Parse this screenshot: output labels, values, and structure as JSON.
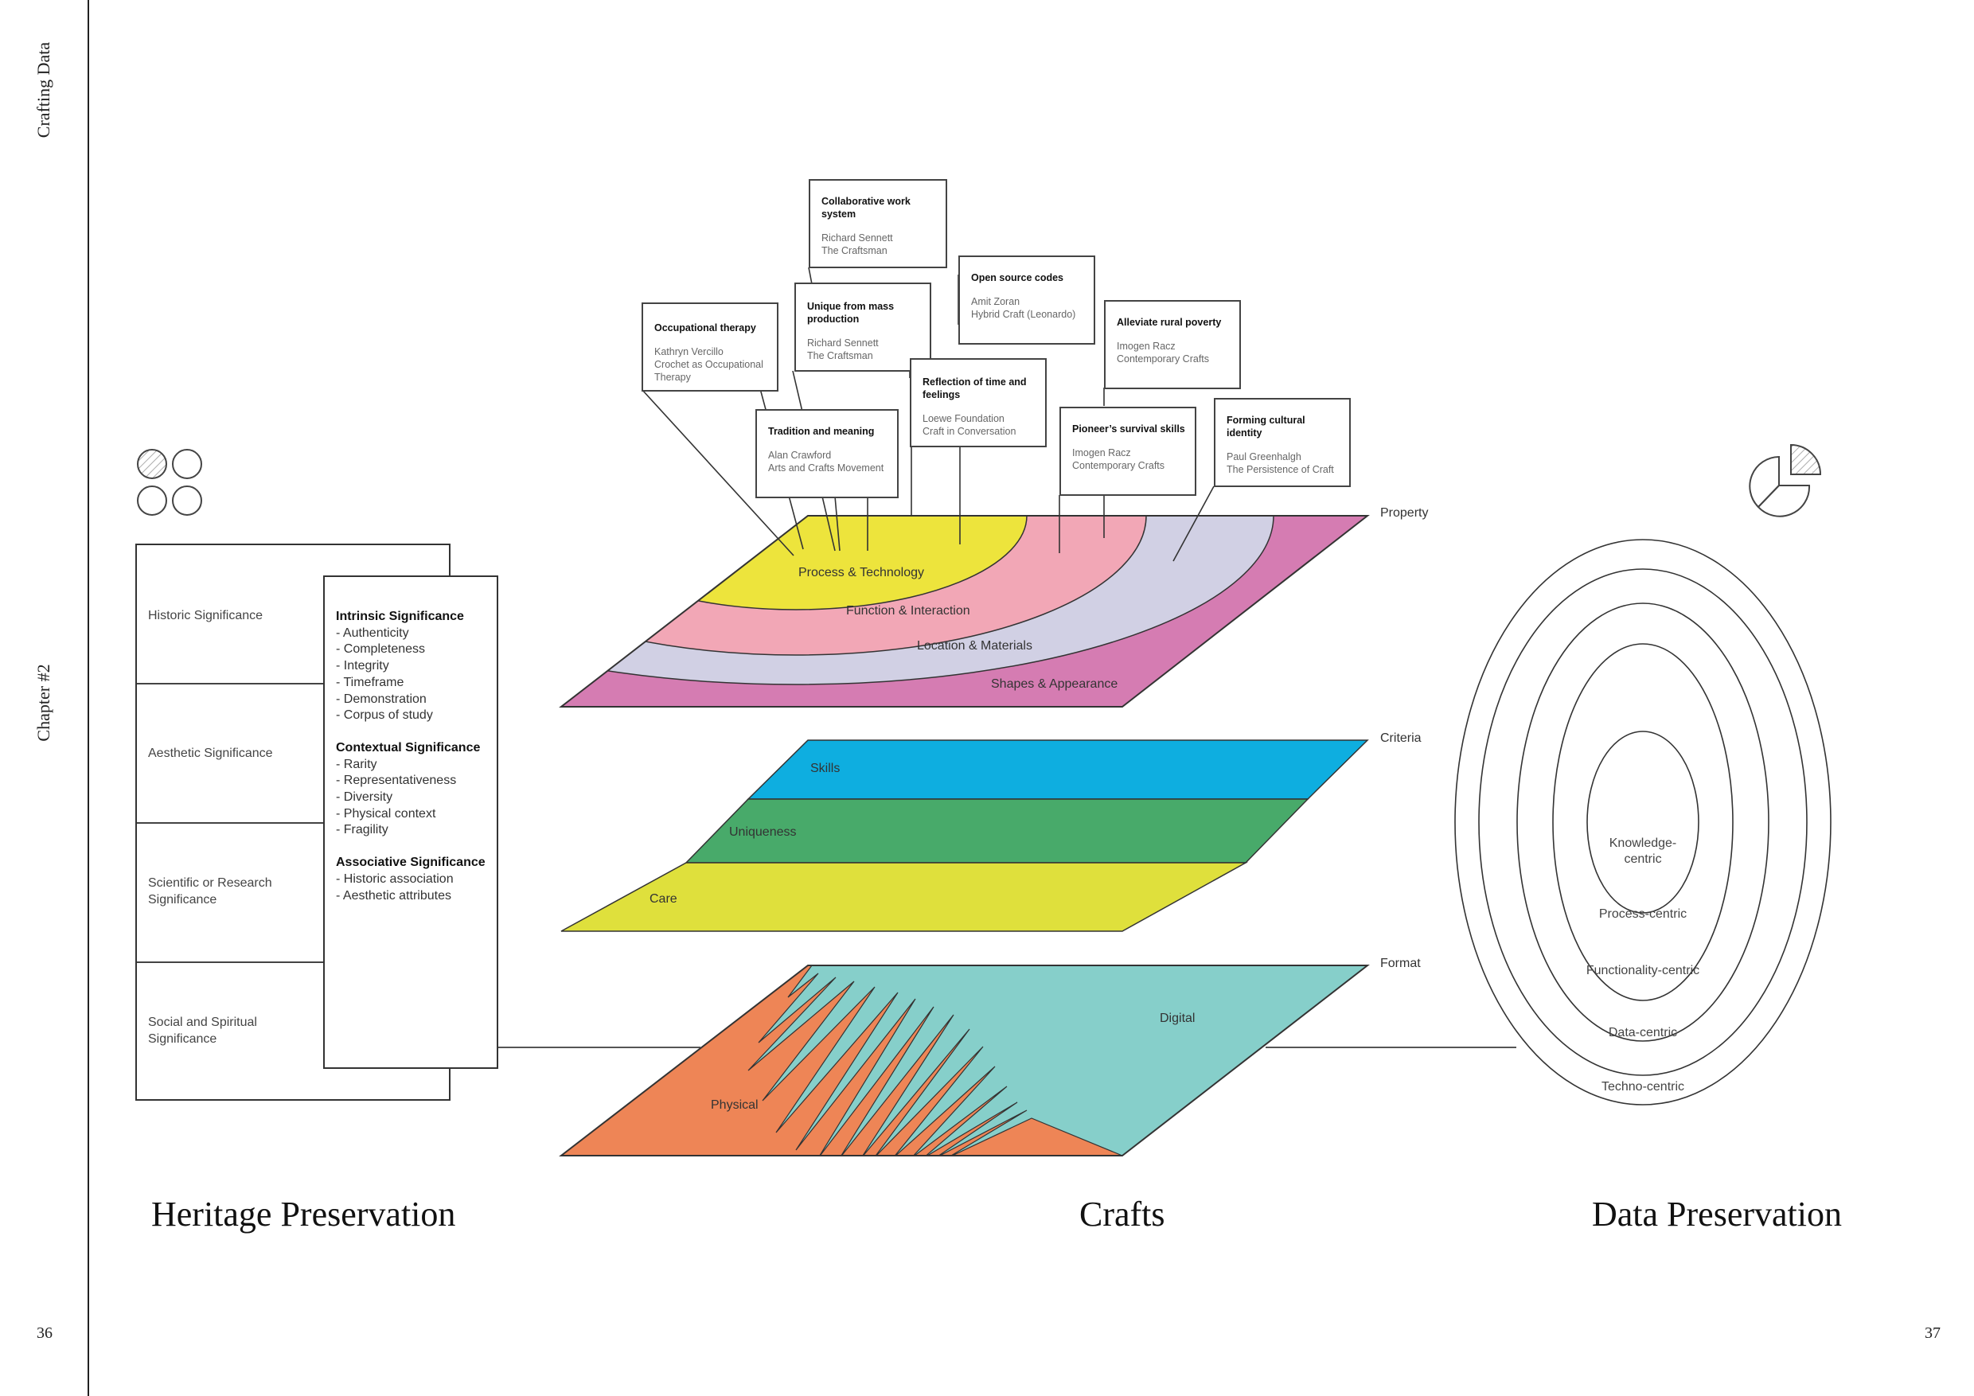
{
  "page": {
    "running_title": "Crafting Data",
    "chapter": "Chapter #2",
    "page_left": "36",
    "page_right": "37"
  },
  "sections": {
    "left": "Heritage Preservation",
    "center": "Crafts",
    "right": "Data Preservation"
  },
  "icons": {
    "left": "four-circles-one-hatched-icon",
    "right": "pie-chart-exploded-slice-icon"
  },
  "heritage": {
    "categories": [
      "Historic Significance",
      "Aesthetic Significance",
      "Scientific or Research Significance",
      "Social and Spiritual Significance"
    ],
    "groups": [
      {
        "heading": "Intrinsic Significance",
        "items": [
          "- Authenticity",
          "- Completeness",
          "- Integrity",
          "- Timeframe",
          "- Demonstration",
          "- Corpus of study"
        ]
      },
      {
        "heading": "Contextual Significance",
        "items": [
          "- Rarity",
          "- Representativeness",
          "- Diversity",
          "- Physical context",
          "- Fragility"
        ]
      },
      {
        "heading": "Associative Significance",
        "items": [
          "- Historic association",
          "- Aesthetic attributes"
        ]
      }
    ]
  },
  "crafts": {
    "planes": [
      {
        "name": "Property",
        "bands": [
          {
            "label": "Process & Technology",
            "color": "#ede43c"
          },
          {
            "label": "Function & Interaction",
            "color": "#f2a7b6"
          },
          {
            "label": "Location & Materials",
            "color": "#d1d0e4"
          },
          {
            "label": "Shapes & Appearance",
            "color": "#d57cb2"
          }
        ]
      },
      {
        "name": "Criteria",
        "bands": [
          {
            "label": "Skills",
            "color": "#0eaee0"
          },
          {
            "label": "Uniqueness",
            "color": "#48aa6a"
          },
          {
            "label": "Care",
            "color": "#dfe03c"
          }
        ]
      },
      {
        "name": "Format",
        "bands": [
          {
            "label": "Physical",
            "color": "#ee8556"
          },
          {
            "label": "Digital",
            "color": "#86cfca"
          }
        ]
      }
    ],
    "callouts": [
      {
        "title": "Collaborative work system",
        "author": "Richard Sennett",
        "source": "The Craftsman"
      },
      {
        "title": "Open source codes",
        "author": "Amit Zoran",
        "source": "Hybrid Craft (Leonardo)"
      },
      {
        "title": "Unique from mass production",
        "author": "Richard Sennett",
        "source": "The Craftsman"
      },
      {
        "title": "Alleviate rural poverty",
        "author": "Imogen Racz",
        "source": "Contemporary Crafts"
      },
      {
        "title": "Occupational therapy",
        "author": "Kathryn Vercillo",
        "source": "Crochet as Occupational Therapy"
      },
      {
        "title": "Reflection of time and feelings",
        "author": "Loewe Foundation",
        "source": "Craft in Conversation"
      },
      {
        "title": "Tradition and meaning",
        "author": "Alan Crawford",
        "source": "Arts and Crafts Movement"
      },
      {
        "title": "Pioneer’s survival skills",
        "author": "Imogen Racz",
        "source": "Contemporary Crafts"
      },
      {
        "title": "Forming cultural identity",
        "author": "Paul Greenhalgh",
        "source": "The Persistence of Craft"
      }
    ]
  },
  "data_preservation": {
    "rings": [
      "Knowledge-centric",
      "Process-centric",
      "Functionality-centric",
      "Data-centric",
      "Techno-centric"
    ]
  }
}
